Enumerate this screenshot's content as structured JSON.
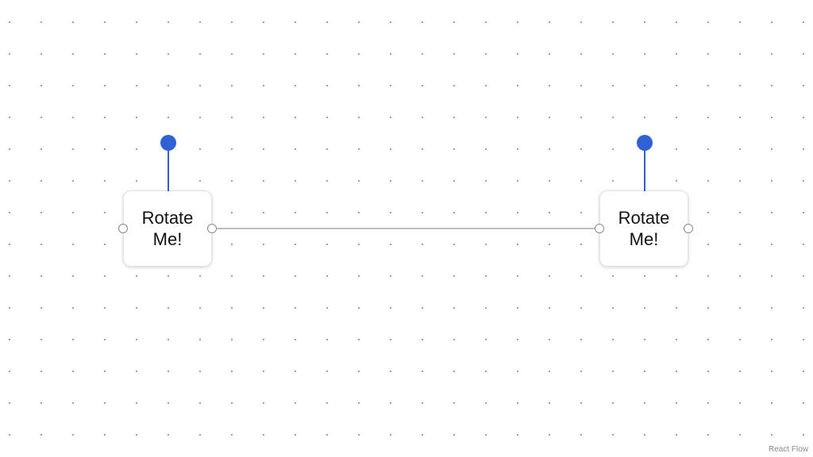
{
  "flow": {
    "nodes": [
      {
        "label": "Rotate Me!"
      },
      {
        "label": "Rotate Me!"
      }
    ]
  },
  "attribution": "React Flow",
  "colors": {
    "rotate_handle": "#2f61d4",
    "edge": "#a8a8a8",
    "handle_border": "#8a8a8a",
    "grid_dot": "#8f8f8f"
  }
}
